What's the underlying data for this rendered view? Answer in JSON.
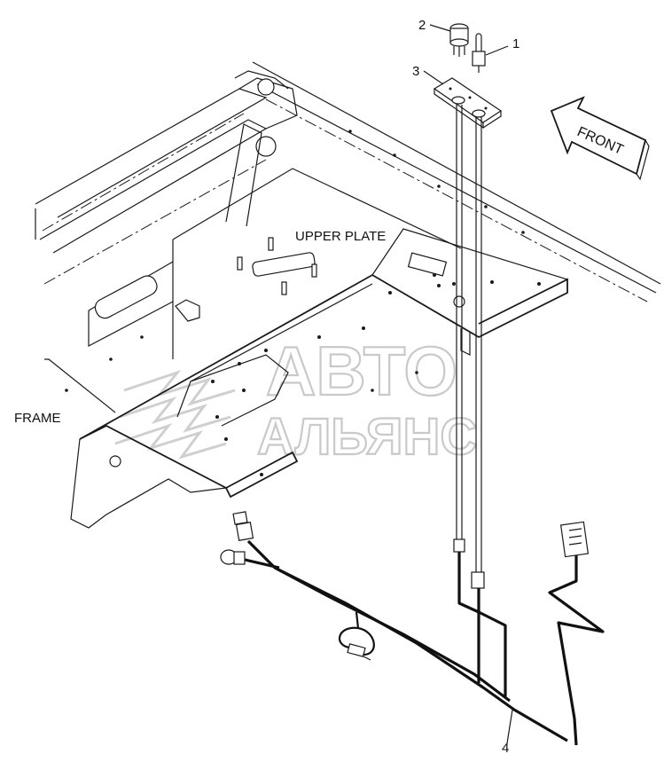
{
  "labels": {
    "upper_plate": "UPPER PLATE",
    "frame": "FRAME",
    "front": "FRONT"
  },
  "callouts": [
    "1",
    "2",
    "3",
    "4"
  ],
  "watermark": {
    "line1": "АВТО",
    "line2": "АЛЬЯНС"
  }
}
